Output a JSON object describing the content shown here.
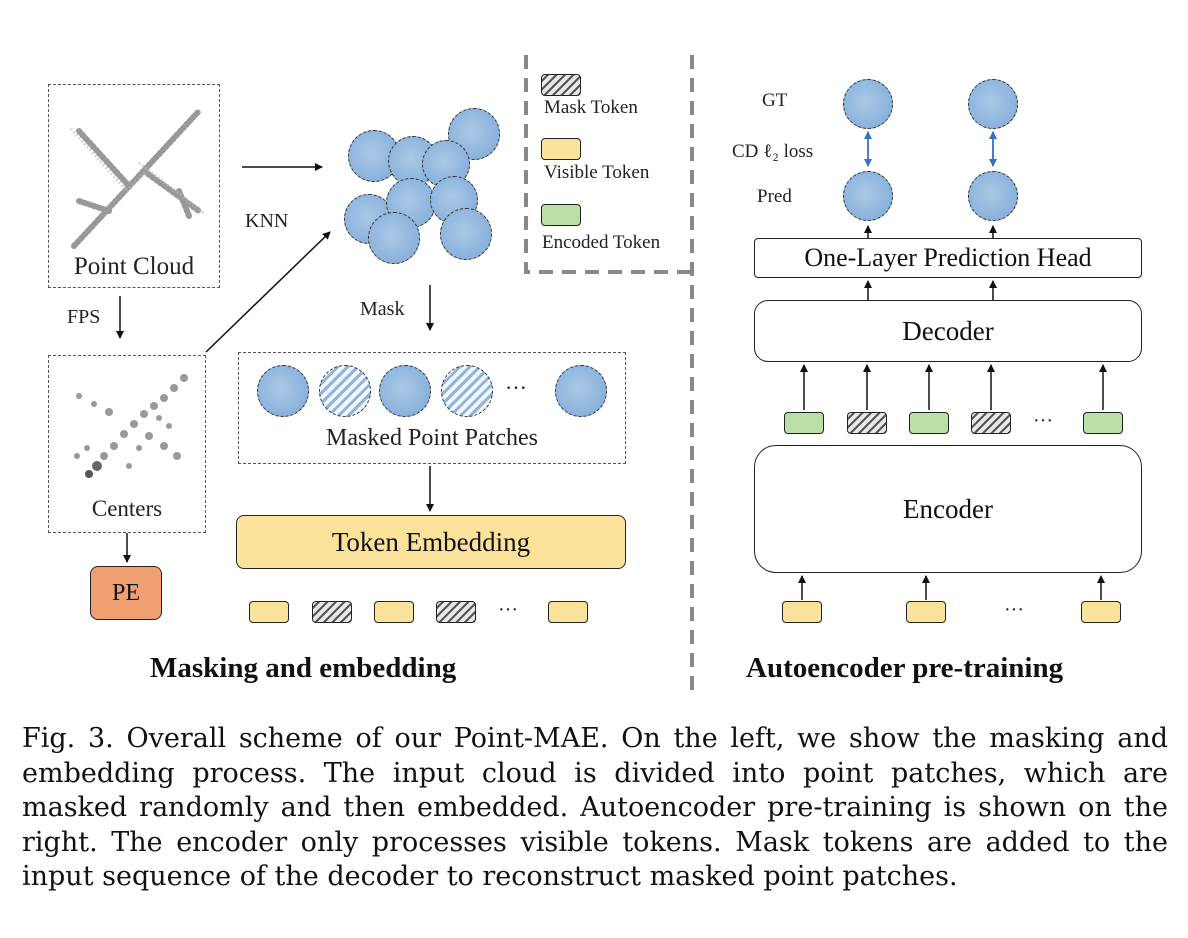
{
  "left_panel": {
    "point_cloud_label": "Point Cloud",
    "centers_label": "Centers",
    "fps_label": "FPS",
    "knn_label": "KNN",
    "mask_label": "Mask",
    "pe_label": "PE",
    "masked_patches_label": "Masked Point Patches",
    "masked_patches_ellipsis": "···",
    "token_embedding_label": "Token Embedding",
    "token_ellipsis": "···",
    "title": "Masking and embedding"
  },
  "legend": {
    "mask_token": "Mask Token",
    "visible_token": "Visible Token",
    "encoded_token": "Encoded Token"
  },
  "right_panel": {
    "gt_label": "GT",
    "loss_label": "CD ℓ₂ loss",
    "pred_label": "Pred",
    "head_label": "One-Layer Prediction Head",
    "decoder_label": "Decoder",
    "encoder_label": "Encoder",
    "decoder_tokens_ellipsis": "···",
    "encoder_tokens_ellipsis": "···",
    "title": "Autoencoder pre-training"
  },
  "caption": "Fig. 3.  Overall scheme of our Point-MAE. On the left, we show the masking and embedding process. The input cloud is divided into point patches, which are masked randomly and then embedded. Autoencoder pre-training is shown on the right. The encoder only processes visible tokens. Mask tokens are added to the input sequence of the decoder to reconstruct masked point patches.",
  "colors": {
    "visible_token": "#fbe29a",
    "encoded_token": "#b9dfa6",
    "pe_box": "#f0a070",
    "patch_blue": "#8fb5dd",
    "token_embedding": "#fbe29a"
  }
}
